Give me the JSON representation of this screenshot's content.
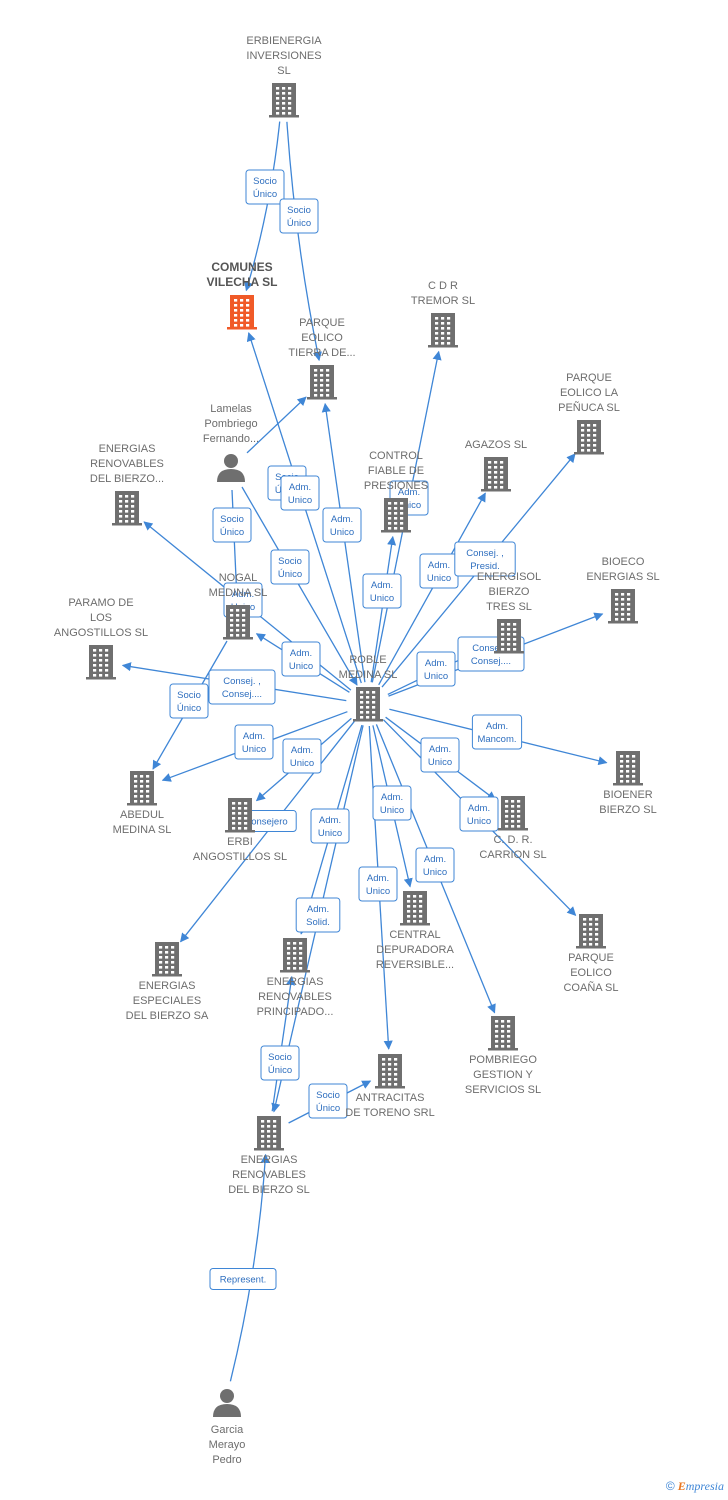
{
  "nodes": [
    {
      "id": "erbienergia",
      "lines": [
        "ERBIENERGIA",
        "INVERSIONES",
        "SL"
      ],
      "kind": "company"
    },
    {
      "id": "comunes",
      "lines": [
        "COMUNES",
        "VILECHA  SL"
      ],
      "kind": "company-focus"
    },
    {
      "id": "parque_tierra",
      "lines": [
        "PARQUE",
        "EOLICO",
        "TIERRA DE..."
      ],
      "kind": "company"
    },
    {
      "id": "cdr_tremor",
      "lines": [
        "C D R",
        "TREMOR SL"
      ],
      "kind": "company"
    },
    {
      "id": "parque_penuca",
      "lines": [
        "PARQUE",
        "EOLICO LA",
        "PEÑUCA SL"
      ],
      "kind": "company"
    },
    {
      "id": "lamelas",
      "lines": [
        "Lamelas",
        "Pombriego",
        "Fernando..."
      ],
      "kind": "person"
    },
    {
      "id": "energias_bierzo_dots",
      "lines": [
        "ENERGIAS",
        "RENOVABLES",
        "DEL BIERZO..."
      ],
      "kind": "company"
    },
    {
      "id": "control",
      "lines": [
        "CONTROL",
        "FIABLE DE",
        "PRESIONES"
      ],
      "kind": "company"
    },
    {
      "id": "agazos",
      "lines": [
        "AGAZOS SL"
      ],
      "kind": "company"
    },
    {
      "id": "bioeco",
      "lines": [
        "BIOECO",
        "ENERGIAS SL"
      ],
      "kind": "company"
    },
    {
      "id": "nogal",
      "lines": [
        "NOGAL",
        "MEDINA SL"
      ],
      "kind": "company"
    },
    {
      "id": "energisol",
      "lines": [
        "ENERGISOL",
        "BIERZO",
        "TRES SL"
      ],
      "kind": "company"
    },
    {
      "id": "paramo",
      "lines": [
        "PARAMO DE",
        "LOS",
        "ANGOSTILLOS SL"
      ],
      "kind": "company"
    },
    {
      "id": "roble",
      "lines": [
        "ROBLE",
        "MEDINA SL"
      ],
      "kind": "company"
    },
    {
      "id": "abedul",
      "lines": [
        "ABEDUL",
        "MEDINA SL"
      ],
      "kind": "company"
    },
    {
      "id": "erbi_ang",
      "lines": [
        "ERBI",
        "ANGOSTILLOS SL"
      ],
      "kind": "company"
    },
    {
      "id": "bioener",
      "lines": [
        "BIOENER",
        "BIERZO SL"
      ],
      "kind": "company"
    },
    {
      "id": "cdr_carrion",
      "lines": [
        "C.  D.  R.",
        "CARRION  SL"
      ],
      "kind": "company"
    },
    {
      "id": "central",
      "lines": [
        "CENTRAL",
        "DEPURADORA",
        "REVERSIBLE..."
      ],
      "kind": "company"
    },
    {
      "id": "parque_coana",
      "lines": [
        "PARQUE",
        "EOLICO",
        "COAÑA SL"
      ],
      "kind": "company"
    },
    {
      "id": "energias_especiales",
      "lines": [
        "ENERGIAS",
        "ESPECIALES",
        "DEL BIERZO SA"
      ],
      "kind": "company"
    },
    {
      "id": "energias_principado",
      "lines": [
        "ENERGIAS",
        "RENOVABLES",
        "PRINCIPADO..."
      ],
      "kind": "company"
    },
    {
      "id": "pombriego",
      "lines": [
        "POMBRIEGO",
        "GESTION Y",
        "SERVICIOS  SL"
      ],
      "kind": "company"
    },
    {
      "id": "antracitas",
      "lines": [
        "ANTRACITAS",
        "DE TORENO SRL"
      ],
      "kind": "company"
    },
    {
      "id": "energias_bierzo_sl",
      "lines": [
        "ENERGIAS",
        "RENOVABLES",
        "DEL BIERZO SL"
      ],
      "kind": "company"
    },
    {
      "id": "garcia",
      "lines": [
        "Garcia",
        "Merayo",
        "Pedro"
      ],
      "kind": "person"
    }
  ],
  "edges": [
    {
      "from": "erbienergia",
      "to": "comunes",
      "label": [
        "Socio",
        "Único"
      ]
    },
    {
      "from": "erbienergia",
      "to": "parque_tierra",
      "label": [
        "Socio",
        "Único"
      ]
    },
    {
      "from": "lamelas",
      "to": "parque_tierra",
      "label": [
        "Socio",
        "Único"
      ]
    },
    {
      "from": "lamelas",
      "to": "nogal",
      "label": [
        "Socio",
        "Único"
      ]
    },
    {
      "from": "roble",
      "to": "comunes",
      "label": [
        "Adm.",
        "Unico"
      ]
    },
    {
      "from": "roble",
      "to": "parque_tierra",
      "label": [
        "Adm.",
        "Unico"
      ]
    },
    {
      "from": "roble",
      "to": "cdr_tremor",
      "label": [
        "Adm.",
        "Unico"
      ]
    },
    {
      "from": "lamelas",
      "to": "roble",
      "label": [
        "Socio",
        "Único"
      ]
    },
    {
      "from": "roble",
      "to": "control",
      "label": [
        "Adm.",
        "Unico"
      ]
    },
    {
      "from": "roble",
      "to": "agazos",
      "label": [
        "Adm.",
        "Unico"
      ]
    },
    {
      "from": "roble",
      "to": "parque_penuca",
      "label": [
        "Consej. ,",
        "Presid."
      ]
    },
    {
      "from": "roble",
      "to": "energias_bierzo_dots",
      "label": [
        "Adm.",
        "Unico"
      ]
    },
    {
      "from": "roble",
      "to": "nogal",
      "label": [
        "Adm.",
        "Unico"
      ]
    },
    {
      "from": "roble",
      "to": "energisol",
      "label": [
        "Adm.",
        "Unico"
      ]
    },
    {
      "from": "roble",
      "to": "bioeco",
      "label": [
        "Consej. ,",
        "Consej...."
      ]
    },
    {
      "from": "roble",
      "to": "paramo",
      "label": [
        "Consej. ,",
        "Consej...."
      ]
    },
    {
      "from": "nogal",
      "to": "abedul",
      "label": [
        "Socio",
        "Único"
      ]
    },
    {
      "from": "roble",
      "to": "abedul",
      "label": [
        "Adm.",
        "Unico"
      ]
    },
    {
      "from": "roble",
      "to": "erbi_ang",
      "label": [
        "Adm.",
        "Unico"
      ]
    },
    {
      "from": "roble",
      "to": "bioener",
      "label": [
        "Adm.",
        "Mancom."
      ]
    },
    {
      "from": "roble",
      "to": "cdr_carrion",
      "label": [
        "Adm.",
        "Unico"
      ]
    },
    {
      "from": "roble",
      "to": "parque_coana",
      "label": [
        "Adm.",
        "Unico"
      ]
    },
    {
      "from": "roble",
      "to": "energias_especiales",
      "label": [
        "Consejero"
      ]
    },
    {
      "from": "roble",
      "to": "energias_principado",
      "label": [
        "Adm.",
        "Unico"
      ]
    },
    {
      "from": "roble",
      "to": "central",
      "label": [
        "Adm.",
        "Unico"
      ]
    },
    {
      "from": "roble",
      "to": "pombriego",
      "label": [
        "Adm.",
        "Unico"
      ]
    },
    {
      "from": "roble",
      "to": "antracitas",
      "label": [
        "Adm.",
        "Unico"
      ]
    },
    {
      "from": "roble",
      "to": "energias_bierzo_sl",
      "label": [
        "Adm.",
        "Solid."
      ]
    },
    {
      "from": "energias_bierzo_sl",
      "to": "energias_principado",
      "label": [
        "Socio",
        "Único"
      ]
    },
    {
      "from": "energias_bierzo_sl",
      "to": "antracitas",
      "label": [
        "Socio",
        "Único"
      ]
    },
    {
      "from": "garcia",
      "to": "energias_bierzo_sl",
      "label": [
        "Represent."
      ]
    }
  ],
  "colors": {
    "company_icon": "#6f6f6f",
    "focus_icon": "#f05a28",
    "person_icon": "#6f6f6f",
    "edge": "#3f86d6",
    "label_text": "#6d6d6d"
  },
  "footer": {
    "copyright": "©",
    "brand_initial": "E",
    "brand_rest": "mpresia"
  }
}
